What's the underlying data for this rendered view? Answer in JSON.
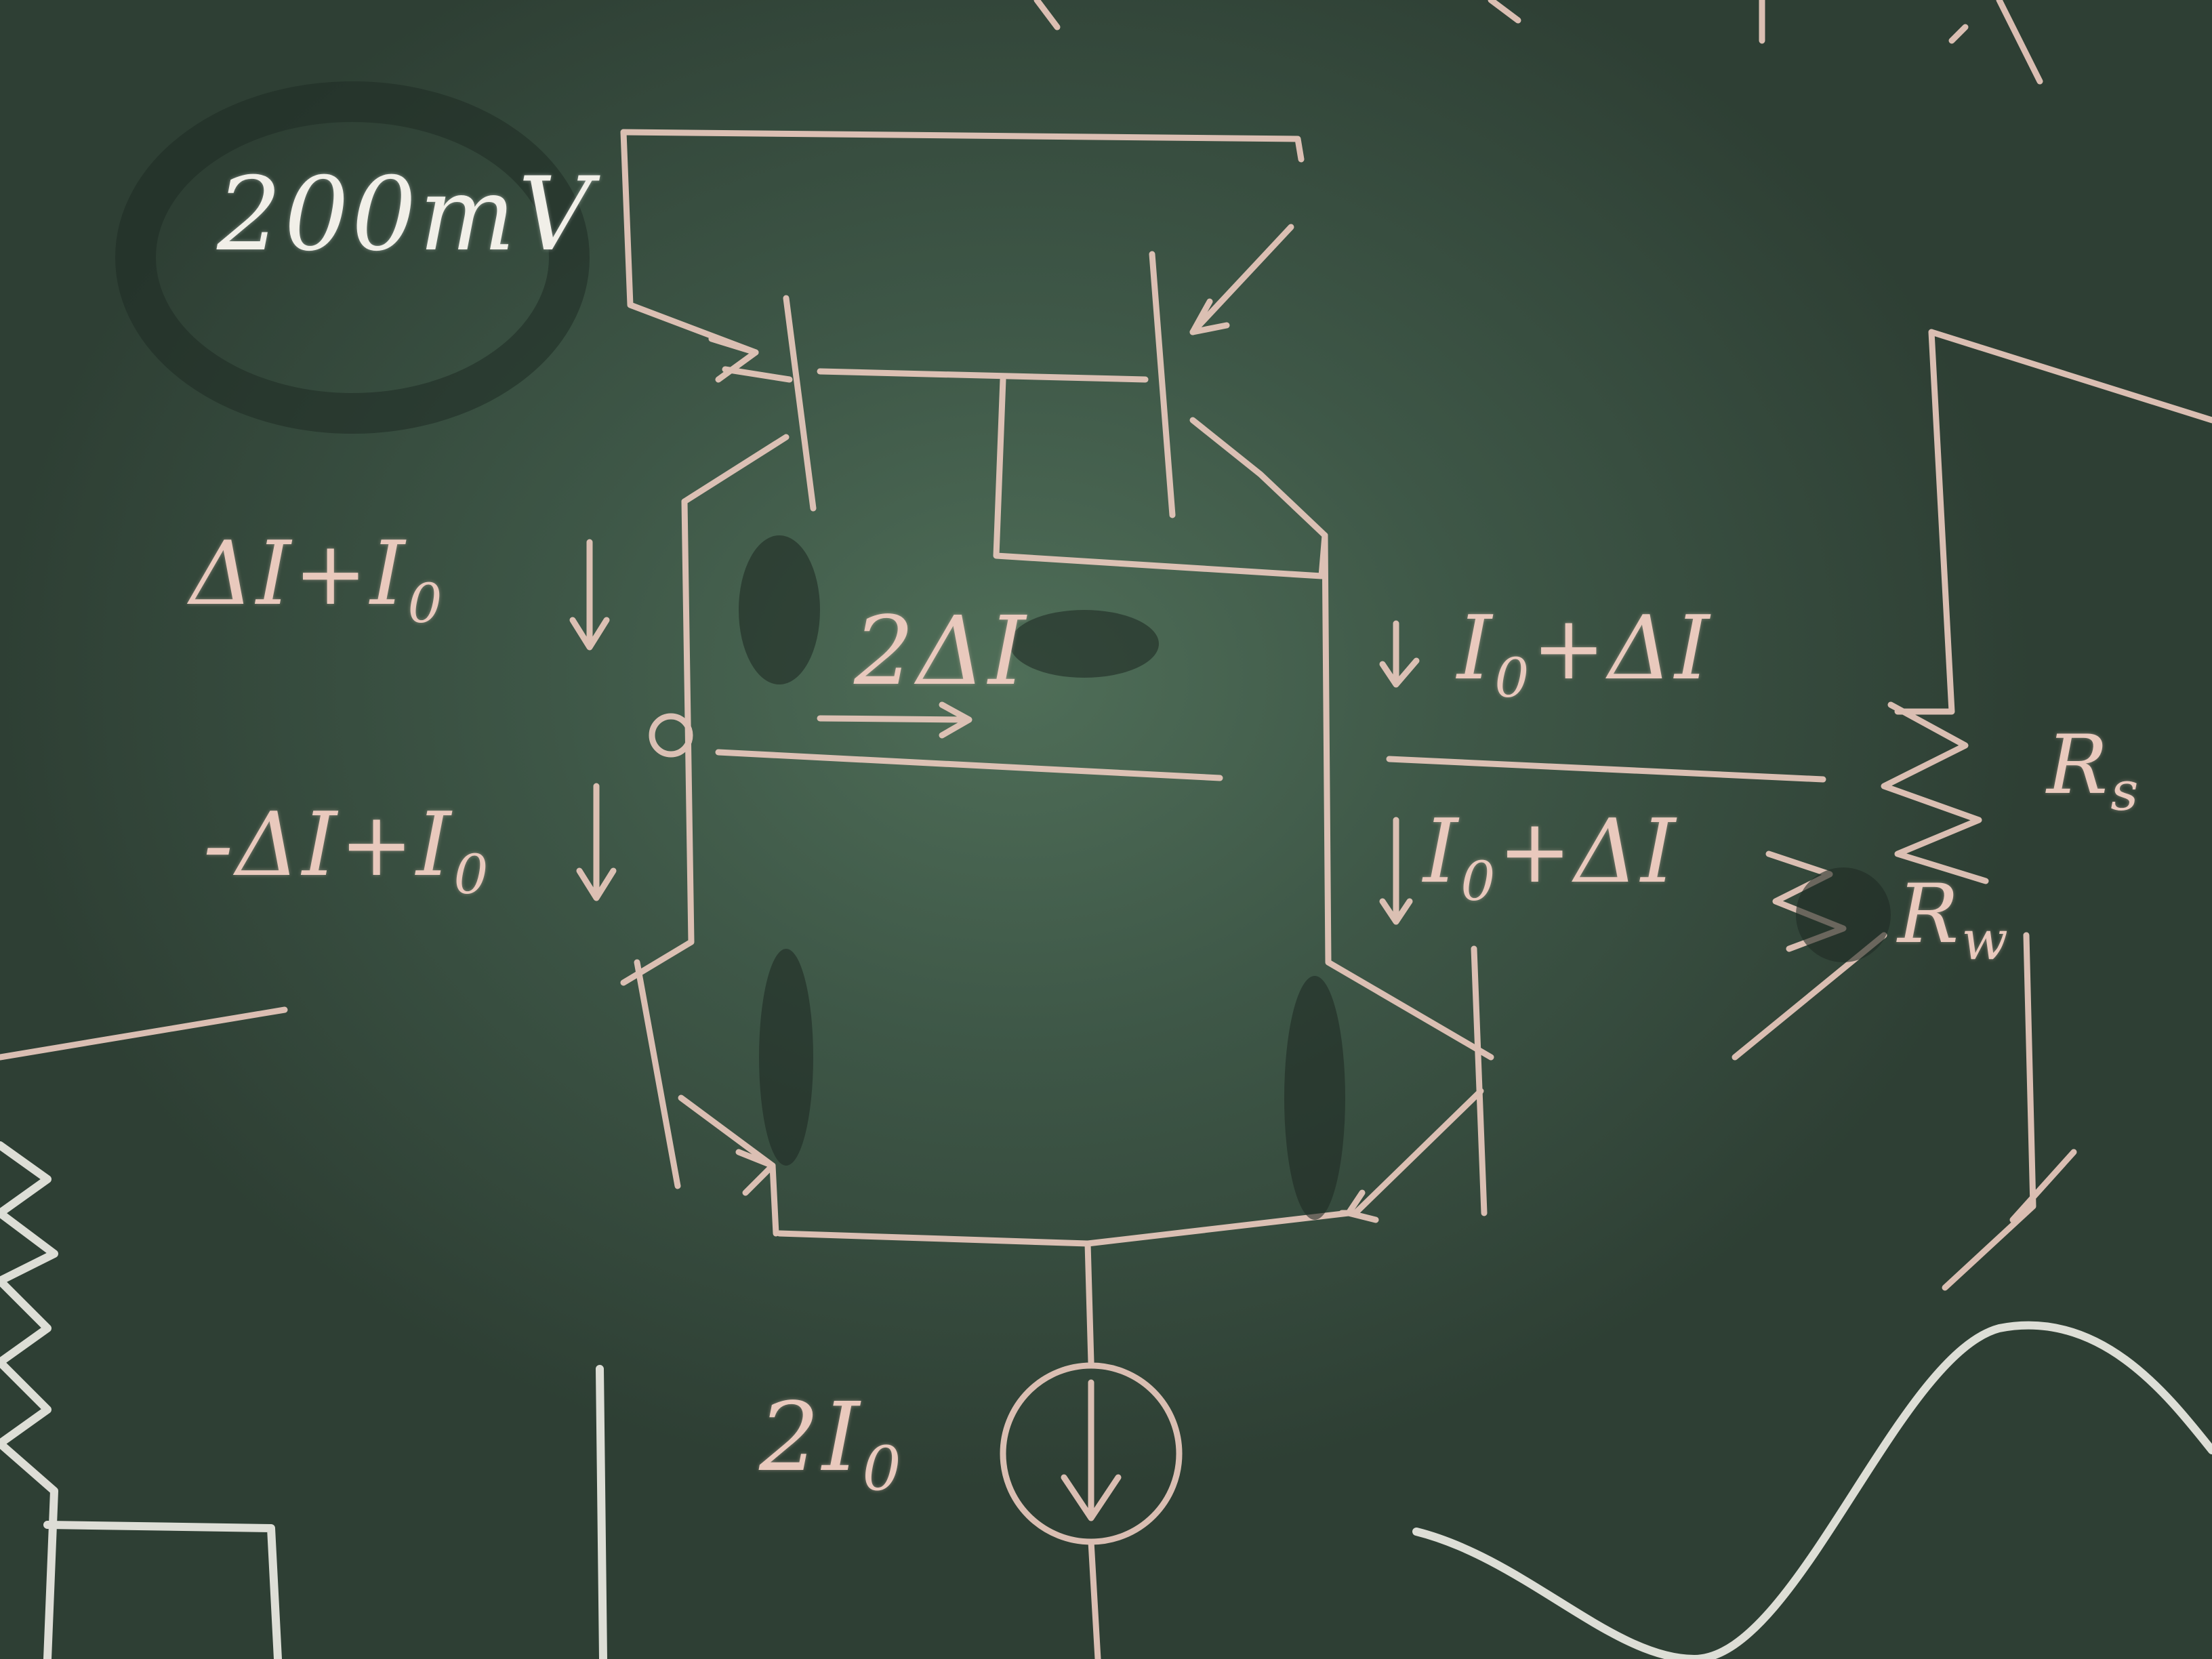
{
  "labels": {
    "voltage": "200mV",
    "left_upper_current": "ΔI+I",
    "left_upper_sub": "0",
    "center_current": "2ΔI",
    "right_upper_current": "I",
    "right_upper_sub": "0",
    "right_upper_rest": "+ΔI",
    "left_lower_current": "-ΔI+I",
    "left_lower_sub": "0",
    "right_lower_current": "I",
    "right_lower_sub": "0",
    "right_lower_rest": "+ΔI",
    "resistor_s": "R",
    "resistor_s_sub": "s",
    "resistor_w": "R",
    "resistor_w_sub": "w",
    "source_current": "2I",
    "source_sub": "0"
  },
  "colors": {
    "board": "#3e5747",
    "chalk": "#e9c9bd",
    "white_chalk": "#f1efe8"
  }
}
